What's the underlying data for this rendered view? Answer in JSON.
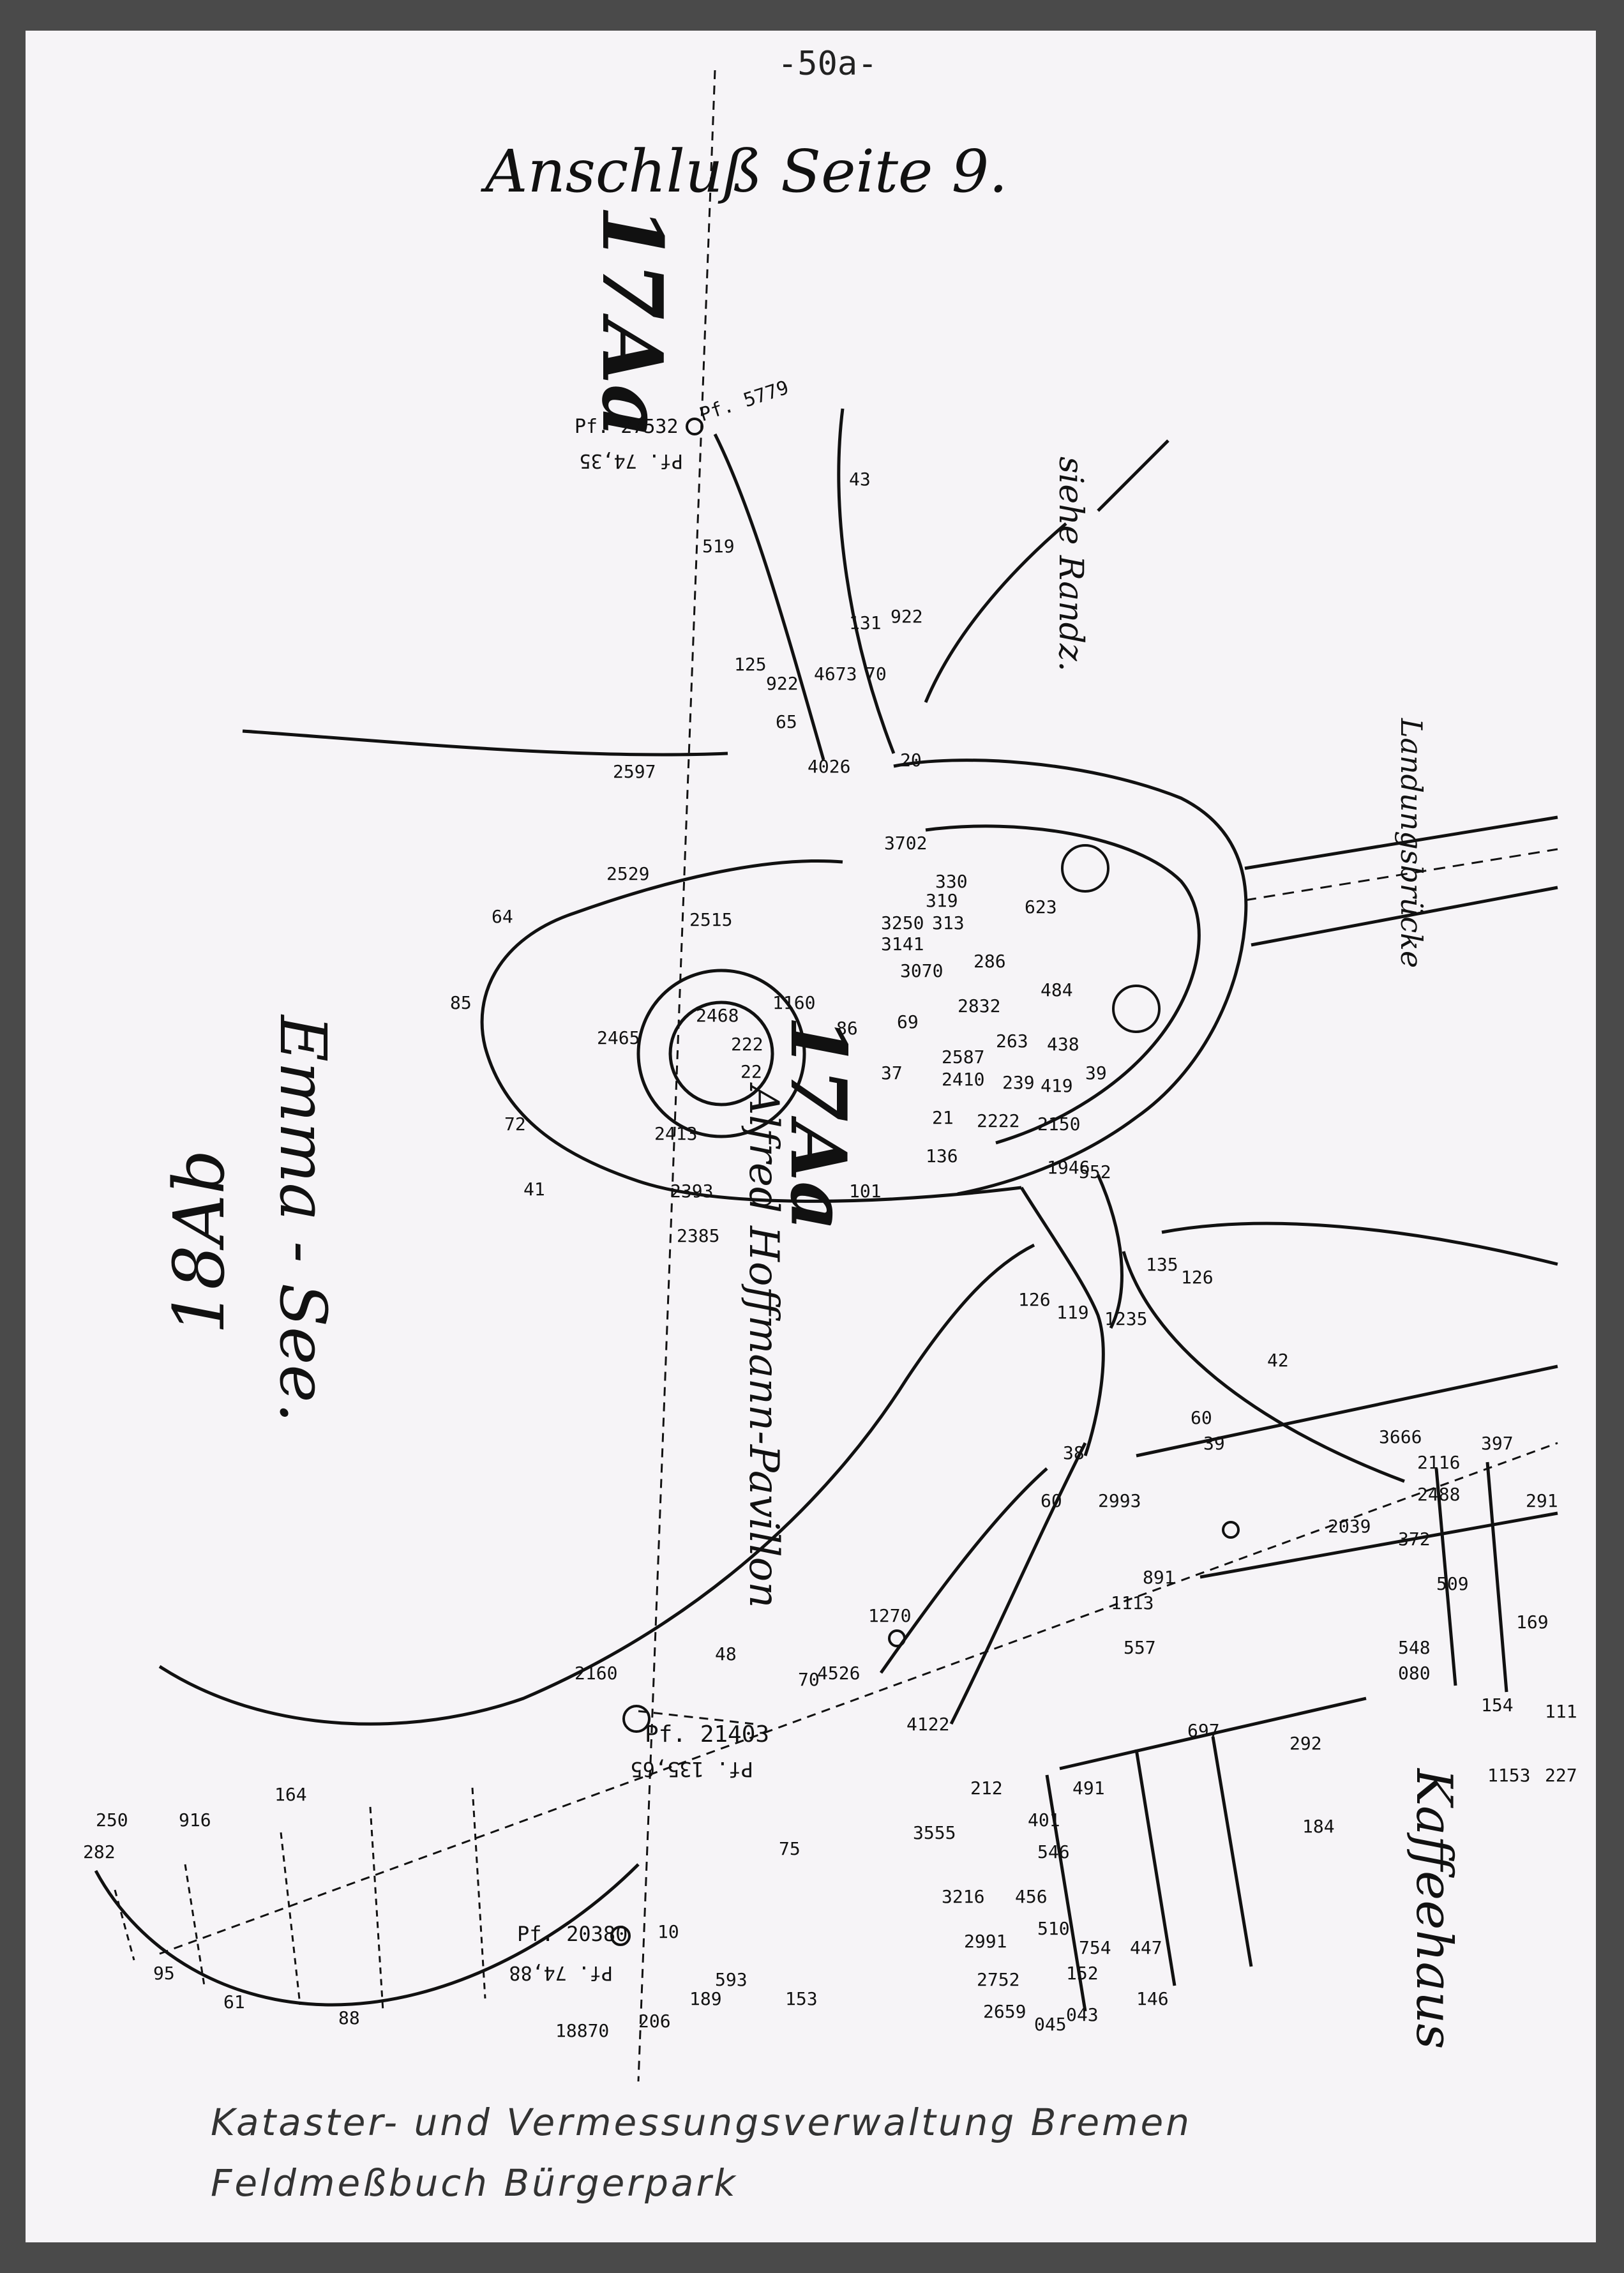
{
  "page_number": "-50a-",
  "header_note": "Anschluß Seite 9.",
  "parcel_labels": {
    "top": "17Aa",
    "center": "17Aa",
    "lower_left": "18Ab"
  },
  "place_names": {
    "lake": "Emma - See.",
    "pavilion": "Alfred Hoffmann-Pavillon",
    "bridge": "Landungsbrücke",
    "cafe": "Kaffeehaus",
    "margin_note": "siehe Randz."
  },
  "survey_points": [
    {
      "id": "pf-27532",
      "label": "Pf. 27532",
      "sub": "Pf. 74,35"
    },
    {
      "id": "pf-5779",
      "label": "Pf. 5779"
    },
    {
      "id": "pf-21403",
      "label": "Pf. 21403",
      "sub": "Pf. 135,65"
    },
    {
      "id": "pf-20380",
      "label": "Pf. 20380",
      "sub": "Pf. 74,88"
    }
  ],
  "measurements": [
    "519",
    "43",
    "131",
    "922",
    "125",
    "922",
    "4673",
    "70",
    "65",
    "4026",
    "20",
    "2597",
    "2529",
    "64",
    "2515",
    "85",
    "2468",
    "2465",
    "222",
    "22",
    "72",
    "2413",
    "41",
    "2393",
    "2385",
    "3702",
    "330",
    "3250",
    "319",
    "3141",
    "313",
    "3070",
    "286",
    "623",
    "2832",
    "263",
    "484",
    "2587",
    "438",
    "2410",
    "239",
    "419",
    "39",
    "2222",
    "2150",
    "1946",
    "552",
    "86",
    "69",
    "37",
    "1160",
    "101",
    "21",
    "136",
    "126",
    "119",
    "1235",
    "135",
    "126",
    "42",
    "60",
    "39",
    "38",
    "60",
    "2993",
    "891",
    "1113",
    "557",
    "3666",
    "2116",
    "2488",
    "397",
    "291",
    "2039",
    "372",
    "509",
    "548",
    "080",
    "169",
    "154",
    "111",
    "4526",
    "1270",
    "4122",
    "70",
    "48",
    "75",
    "2160",
    "3555",
    "212",
    "491",
    "401",
    "546",
    "3216",
    "456",
    "2991",
    "510",
    "754",
    "447",
    "152",
    "2752",
    "043",
    "146",
    "2659",
    "045",
    "697",
    "292",
    "184",
    "1153",
    "227",
    "282",
    "250",
    "916",
    "164",
    "95",
    "61",
    "88",
    "10",
    "206",
    "18870",
    "189",
    "593",
    "153"
  ],
  "captions": [
    "Kataster- und Vermessungsverwaltung Bremen",
    "Feldmeßbuch Bürgerpark"
  ]
}
